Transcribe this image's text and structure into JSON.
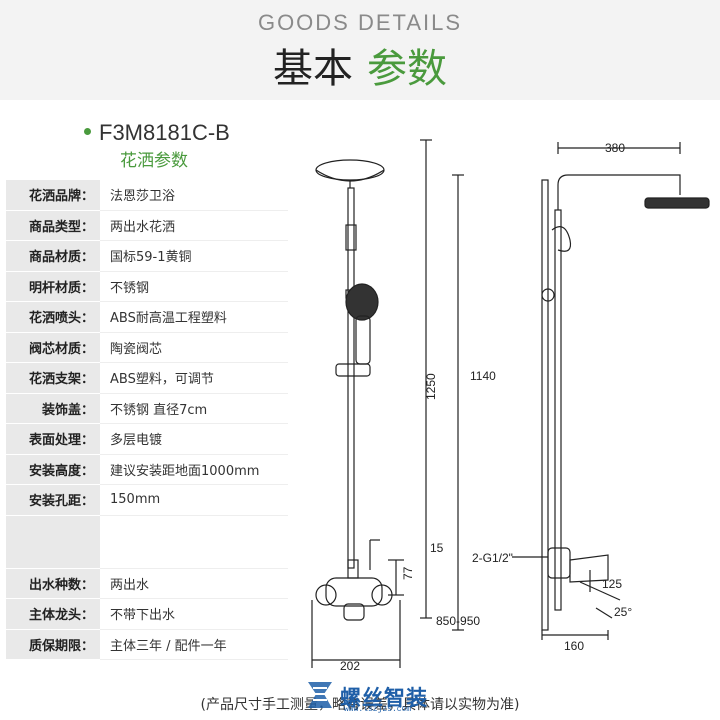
{
  "banner": {
    "en": "GOODS DETAILS",
    "zh_dark": "基本",
    "zh_accent": "参数"
  },
  "model": "F3M8181C-B",
  "subtitle": "花洒参数",
  "specs": [
    {
      "k": "花洒品牌：",
      "v": "法恩莎卫浴"
    },
    {
      "k": "商品类型：",
      "v": "两出水花洒"
    },
    {
      "k": "商品材质：",
      "v": "国标59-1黄铜"
    },
    {
      "k": "明杆材质：",
      "v": "不锈钢"
    },
    {
      "k": "花洒喷头：",
      "v": "ABS耐高温工程塑料"
    },
    {
      "k": "阀芯材质：",
      "v": "陶瓷阀芯"
    },
    {
      "k": "花洒支架：",
      "v": "ABS塑料，可调节"
    },
    {
      "k": "装饰盖：",
      "v": "不锈钢 直径7cm"
    },
    {
      "k": "表面处理：",
      "v": "多层电镀"
    },
    {
      "k": "安装高度：",
      "v": "建议安装距地面1000mm"
    },
    {
      "k": "安装孔距：",
      "v": "150mm"
    },
    {
      "k": "",
      "v": ""
    },
    {
      "k": "出水种数：",
      "v": "两出水"
    },
    {
      "k": "主体龙头：",
      "v": "不带下出水"
    },
    {
      "k": "质保期限：",
      "v": "主体三年 / 配件一年"
    }
  ],
  "dims": {
    "d380": "380",
    "d1250": "1250",
    "d1140": "1140",
    "d15": "15",
    "d77": "77",
    "d202": "202",
    "d850": "850-950",
    "d125": "125",
    "d25": "25°",
    "d160": "160",
    "g12": "2-G1/2\""
  },
  "footer": "(产品尺寸手工测量，略有误差，具体请以实物为准)",
  "watermark": {
    "text": "螺丝智装",
    "url": "www.lszjzs.com"
  }
}
